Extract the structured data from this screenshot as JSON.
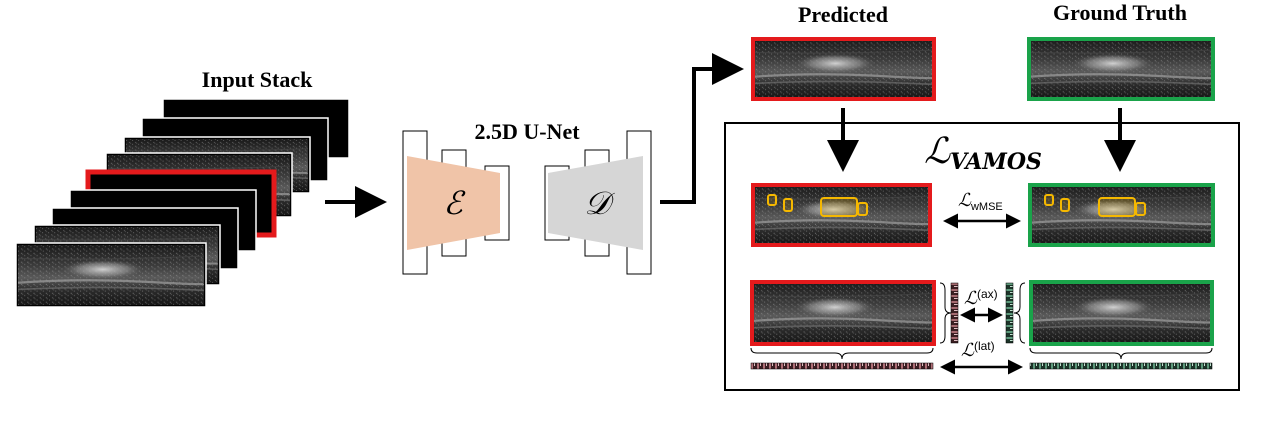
{
  "labels": {
    "input_stack": "Input Stack",
    "unet": "2.5D U-Net",
    "predicted": "Predicted",
    "ground_truth": "Ground Truth"
  },
  "math": {
    "encoder": "ℰ",
    "decoder": "𝒟",
    "vamos_symbol": "ℒ",
    "vamos_sub": "VAMOS",
    "loss_symbol": "ℒ",
    "wmse_sub": "wMSE",
    "ax_sup": "(ax)",
    "lat_sup": "(lat)"
  },
  "colors": {
    "predicted_border": "#e41a1c",
    "ground_truth_border": "#1aa34a",
    "encoder_fill": "#f0c4a8",
    "decoder_fill": "#d6d6d6",
    "highlight_box": "#f5b800",
    "stack_selected": "#e41a1c"
  }
}
